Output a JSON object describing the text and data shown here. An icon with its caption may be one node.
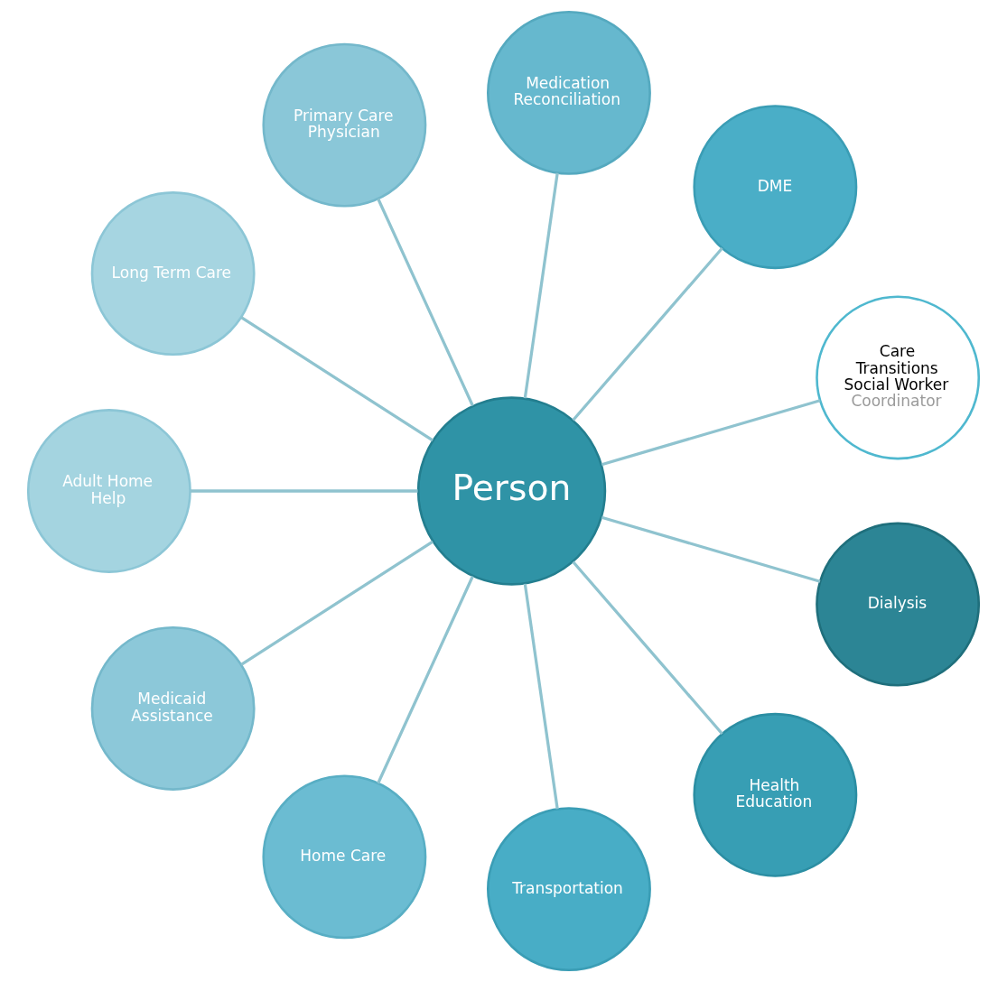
{
  "diagram": {
    "nodes": [
      {
        "text": [
          "Care Transitions Social Worker",
          "Coordinator"
        ]
      },
      {
        "text": [
          "Dialysis"
        ]
      },
      {
        "text": [
          "Health Education"
        ]
      },
      {
        "text": [
          "Transportation"
        ]
      },
      {
        "text": [
          "DME"
        ]
      },
      {
        "text": [
          "Person"
        ]
      },
      {
        "text": [
          "Home Care"
        ]
      },
      {
        "text": [
          "Medication Reconciliation"
        ]
      },
      {
        "text": [
          "Medicaid Assistance"
        ]
      },
      {
        "text": [
          "Primary Care Physician"
        ]
      },
      {
        "text": [
          "Long Term Care"
        ]
      },
      {
        "text": [
          "Adult Home Help"
        ]
      }
    ],
    "edges": [
      {
        "from": 5,
        "to": 1,
        "arrow": "none"
      },
      {
        "from": 5,
        "to": 2,
        "arrow": "none"
      },
      {
        "from": 5,
        "to": 3,
        "arrow": "none"
      },
      {
        "from": 5,
        "to": 6,
        "arrow": "none"
      },
      {
        "from": 5,
        "to": 8,
        "arrow": "none"
      },
      {
        "from": 5,
        "to": 11,
        "arrow": "none"
      },
      {
        "from": 5,
        "to": 10,
        "arrow": "none"
      },
      {
        "from": 5,
        "to": 9,
        "arrow": "none"
      },
      {
        "from": 5,
        "to": 7,
        "arrow": "none"
      },
      {
        "from": 5,
        "to": 4,
        "arrow": "none"
      },
      {
        "from": 5,
        "to": 0,
        "arrow": "none"
      }
    ]
  }
}
